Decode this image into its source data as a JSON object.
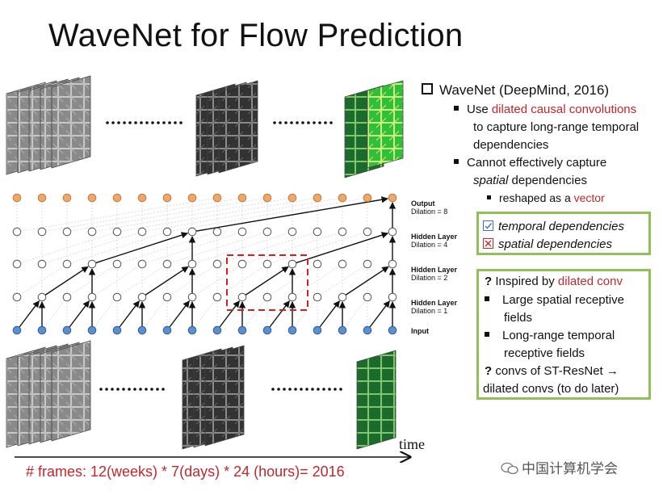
{
  "slide": {
    "title": "WaveNet for Flow Prediction",
    "bullets": {
      "heading": "WaveNet (DeepMind, 2016)",
      "b1_pre": "Use ",
      "b1_red": "dilated causal convolutions",
      "b1_line2": "to capture long-range temporal",
      "b1_line3": "dependencies",
      "b2_line1": "Cannot effectively capture",
      "b2_it": "spatial",
      "b2_rest": " dependencies",
      "sub_pre": "reshaped as a ",
      "sub_red": "vector"
    },
    "box1": {
      "check_label": "temporal dependencies",
      "cross_label": "spatial dependencies"
    },
    "box2": {
      "q1_pre": "Inspired by ",
      "q1_red": "dilated conv",
      "i1_l1": "Large spatial receptive",
      "i1_l2": "fields",
      "i2_l1": "Long-range temporal",
      "i2_l2": "receptive fields",
      "q2_l1": "convs of ST-ResNet →",
      "q2_l2": "dilated convs (to do later)"
    },
    "diagram_labels": {
      "output": "Output",
      "output_dil": "Dilation = 8",
      "h4": "Hidden Layer",
      "h4_dil": "Dilation = 4",
      "h2": "Hidden Layer",
      "h2_dil": "Dilation = 2",
      "h1": "Hidden Layer",
      "h1_dil": "Dilation = 1",
      "input": "Input"
    },
    "time_label": "time",
    "frames_note": "# frames: 12(weeks) * 7(days) * 24 (hours)= 2016",
    "watermark": "中国计算机学会",
    "colors": {
      "accent_red": "#c0282d",
      "box_green": "#92c058",
      "input_node": "#5b8fcf",
      "output_node": "#f0a868"
    }
  }
}
